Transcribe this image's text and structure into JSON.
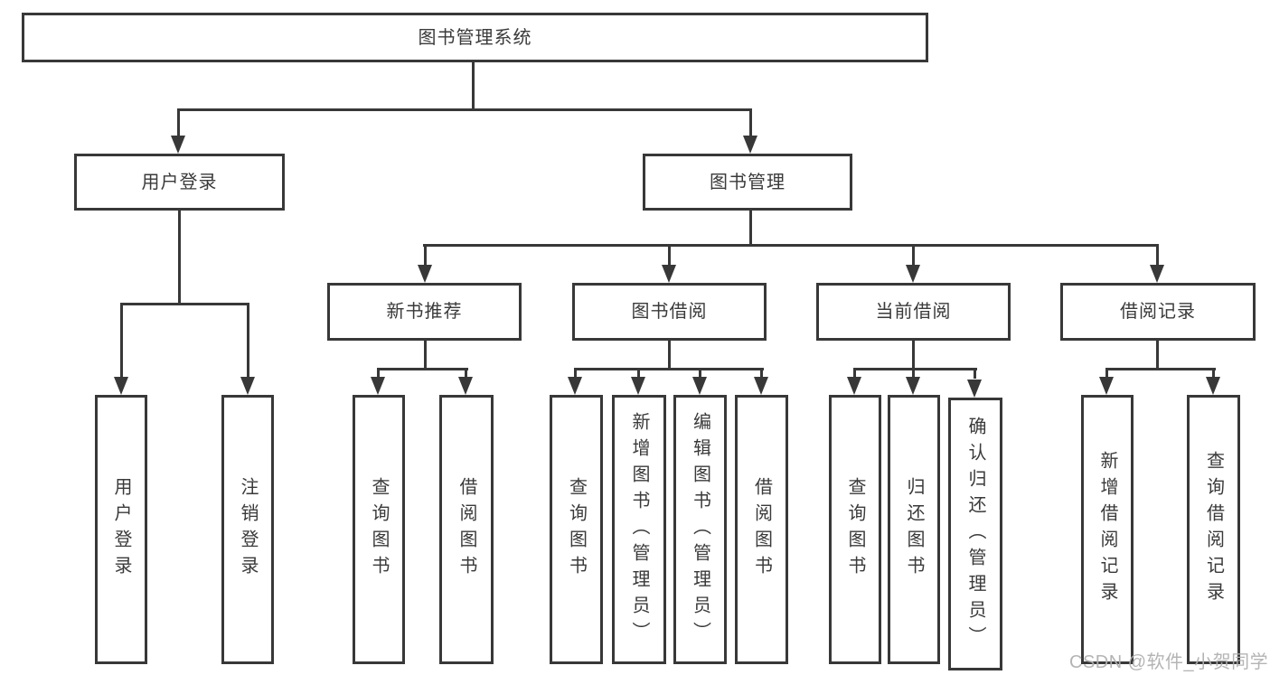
{
  "nodes": {
    "root": "图书管理系统",
    "level2": [
      "用户登录",
      "图书管理"
    ],
    "level3": [
      "新书推荐",
      "图书借阅",
      "当前借阅",
      "借阅记录"
    ],
    "leaves": {
      "user_login": [
        "用户登录",
        "注销登录"
      ],
      "new_book": [
        "查询图书",
        "借阅图书"
      ],
      "book_borrow": [
        "查询图书",
        "新增图书（管理员）",
        "编辑图书（管理员）",
        "借阅图书"
      ],
      "current_borrow": [
        "查询图书",
        "归还图书",
        "确认归还（管理员）"
      ],
      "borrow_records": [
        "新增借阅记录",
        "查询借阅记录"
      ]
    }
  },
  "watermark": "CSDN @软件_小贺同学",
  "colors": {
    "line": "#383838",
    "text": "#3a3a3a",
    "watermark": "#b0b0b0",
    "background": "#ffffff"
  }
}
